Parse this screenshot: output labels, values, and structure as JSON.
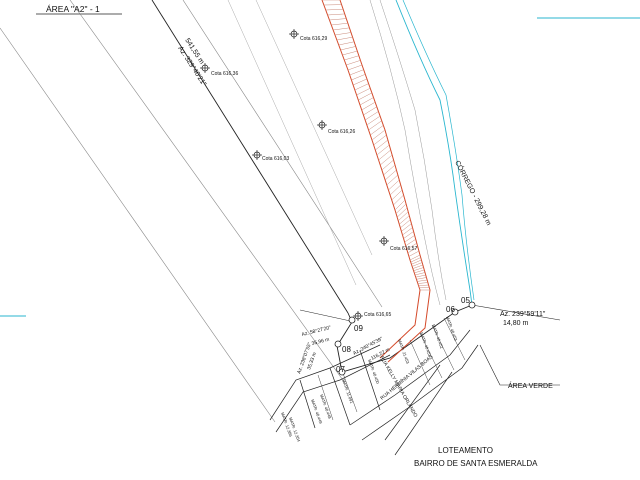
{
  "title": "ÁREA \"A2\" - 1",
  "boundary": {
    "dist_541": "541,55 m",
    "az_541": "Az. 329°40'21\"",
    "dist_35": "35,96 m",
    "az_35": "Az. 58°27'20\"",
    "dist_3533": "35,33 m",
    "az_3533": "Az. 238°07'55\"",
    "az_240": "Az. 240°45'39\"",
    "dist_240": "116,22 m",
    "az_239": "Az. 239°59'11\"",
    "dist_239": "14,80 m",
    "corrego": "CÓRREGO - 299,28 m"
  },
  "vertices": [
    "09",
    "08",
    "07",
    "06",
    "05"
  ],
  "cotas": [
    {
      "label": "Cota 616,29"
    },
    {
      "label": "Cota 616,36"
    },
    {
      "label": "Cota 616,26"
    },
    {
      "label": "Cota 616,03"
    },
    {
      "label": "Cota 616,57"
    },
    {
      "label": "Cota 616,65"
    }
  ],
  "streets": {
    "rua_kelly": "RUA KELLY MARIA ORLANDO",
    "rua_herminia": "RUA HERMÍNIA VILAS BOAS"
  },
  "lots": [
    "MATR. 12.386",
    "MATR. 12.354",
    "MATR. 40.449",
    "MATR. 40.448",
    "MATR. 11.091",
    "MATR. 40.450",
    "MATR. 21.453",
    "MATR. 40.451",
    "MATR. 40.452",
    "MATR. 40.453"
  ],
  "area_verde": "ÁREA VERDE",
  "loteamento": {
    "line1": "LOTEAMENTO",
    "line2": "BAIRRO DE SANTA ESMERALDA"
  },
  "colors": {
    "line": "#222222",
    "red": "#d44a2a",
    "cyan": "#29b6cf",
    "gray": "#888888"
  }
}
